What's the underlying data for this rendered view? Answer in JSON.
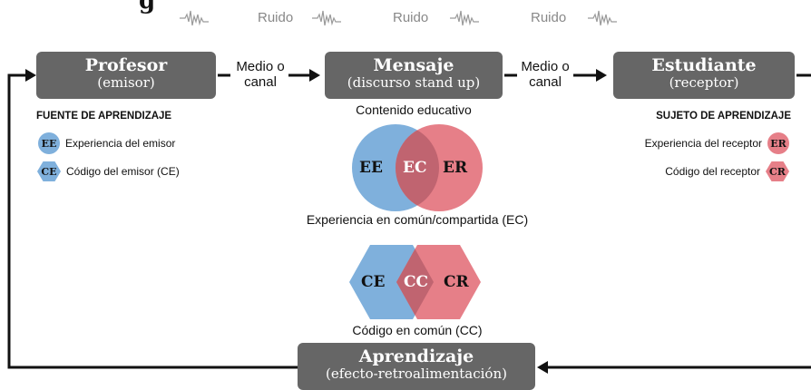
{
  "title_fragment": "g",
  "noise_label": "Ruido",
  "boxes": {
    "sender": {
      "title": "Profesor",
      "subtitle": "(emisor)"
    },
    "message": {
      "title": "Mensaje",
      "subtitle": "(discurso stand up)"
    },
    "receiver": {
      "title": "Estudiante",
      "subtitle": "(receptor)"
    },
    "learning": {
      "title": "Aprendizaje",
      "subtitle": "(efecto-retroalimentación)"
    }
  },
  "channel": {
    "line1": "Medio o",
    "line2": "canal"
  },
  "message_caption": "Contenido educativo",
  "sender_panel": {
    "heading": "FUENTE DE APRENDIZAJE",
    "items": [
      {
        "badge": "EE",
        "text": "Experiencia del emisor"
      },
      {
        "badge": "CE",
        "text": "Código del emisor (CE)"
      }
    ]
  },
  "receiver_panel": {
    "heading": "SUJETO DE APRENDIZAJE",
    "items": [
      {
        "badge": "ER",
        "text": "Experiencia del receptor"
      },
      {
        "badge": "CR",
        "text": "Código del receptor"
      }
    ]
  },
  "venn_experience": {
    "left": "EE",
    "center": "EC",
    "right": "ER",
    "caption": "Experiencia en común/compartida (EC)"
  },
  "venn_code": {
    "left": "CE",
    "center": "CC",
    "right": "CR",
    "caption": "Código en común (CC)"
  },
  "colors": {
    "box": "#666666",
    "sender": "#7fb0dc",
    "receiver": "#e67f88",
    "overlap": "#c06470",
    "line": "#111111"
  }
}
